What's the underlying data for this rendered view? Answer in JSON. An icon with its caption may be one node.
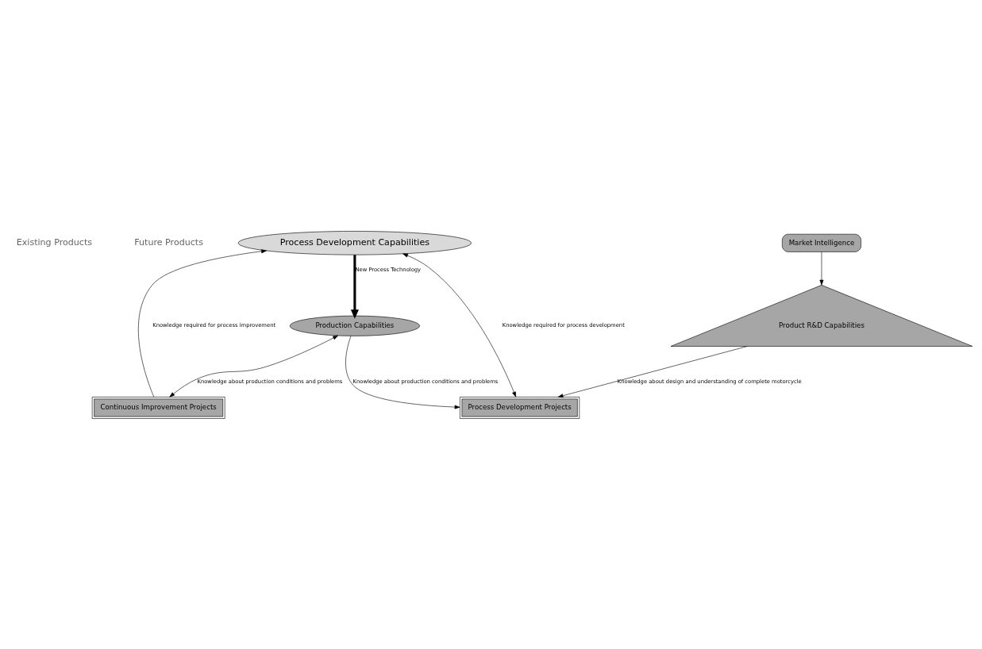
{
  "diagram": {
    "nodes": [
      {
        "text": [
          "Process Development Capabilities"
        ]
      },
      {
        "text": [
          "Continuous Improvement Projects"
        ]
      },
      {
        "text": [
          "Process Development Projects"
        ]
      },
      {
        "text": [
          "Production Capabilities"
        ]
      },
      {
        "text": [
          "Market Intelligence"
        ]
      },
      {
        "text": [
          "Product R&D Capabilities"
        ]
      }
    ],
    "edges": [
      {
        "from": 1,
        "to": 0,
        "arrow": "to",
        "label": "Knowledge required for process improvement"
      },
      {
        "from": 0,
        "to": 2,
        "arrow": "both",
        "label": "Knowledge required for process development"
      },
      {
        "from": 0,
        "to": 3,
        "arrow": "to",
        "label": "New Process Technology",
        "style": "thick"
      },
      {
        "from": 3,
        "to": 1,
        "arrow": "both",
        "label": "Knowledge about production conditions and problems"
      },
      {
        "from": 3,
        "to": 2,
        "arrow": "to",
        "label": "Knowledge about production conditions and problems"
      },
      {
        "from": 5,
        "to": 2,
        "arrow": "to",
        "label": "Knowledge about design and understanding of complete motorcycle"
      },
      {
        "from": 4,
        "to": 5,
        "arrow": "to"
      }
    ],
    "labels": [
      "Existing Products",
      "Future Products"
    ]
  }
}
